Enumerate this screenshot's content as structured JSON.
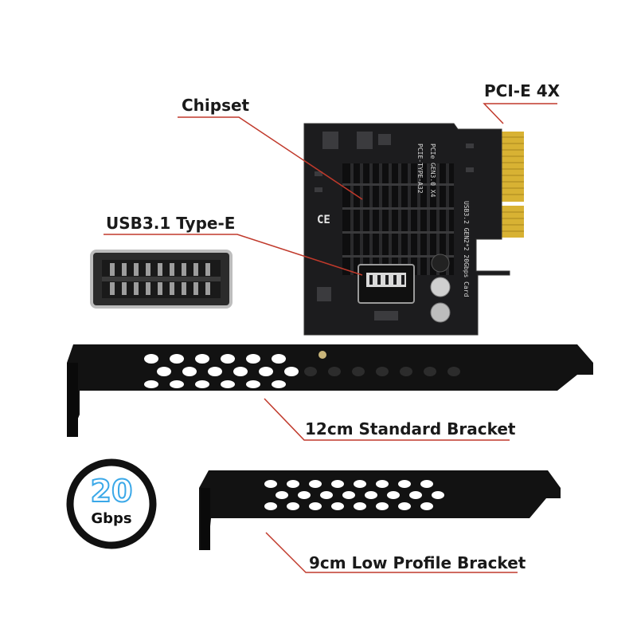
{
  "labels": {
    "chipset": "Chipset",
    "pcie": "PCI-E 4X",
    "usb_type_e": "USB3.1 Type-E",
    "standard_bracket": "12cm Standard Bracket",
    "low_profile_bracket": "9cm Low Profile Bracket"
  },
  "badge": {
    "speed": "20",
    "unit": "Gbps"
  },
  "board_print": {
    "model_line1": "PCIE-TYPE-A32",
    "model_line2": "PCIe GEN3.0 X4",
    "product_line": "USB3.2 GEN2*2 20Gbps Card",
    "ce_mark": "CE"
  },
  "colors": {
    "leader_line": "#c0392b",
    "pcb": "#1c1c1e",
    "heatsink": "#0e0e0f",
    "gold_contacts": "#d8b233",
    "bracket": "#121212",
    "badge_blue": "#3aa8e8"
  }
}
